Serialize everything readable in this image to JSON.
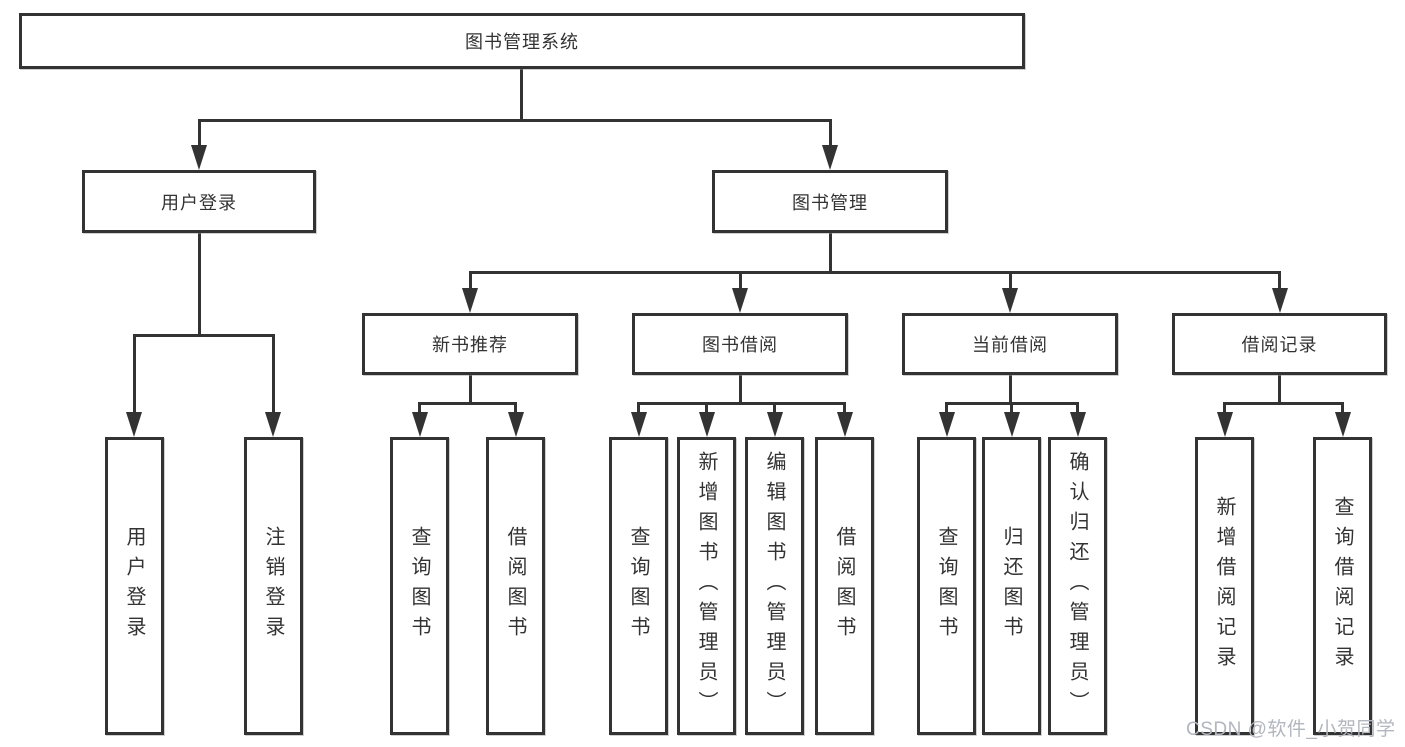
{
  "tree": {
    "root": {
      "label": "图书管理系统",
      "children": [
        {
          "label": "用户登录",
          "children": [
            {
              "label": "用户登录"
            },
            {
              "label": "注销登录"
            }
          ]
        },
        {
          "label": "图书管理",
          "children": [
            {
              "label": "新书推荐",
              "children": [
                {
                  "label": "查询图书"
                },
                {
                  "label": "借阅图书"
                }
              ]
            },
            {
              "label": "图书借阅",
              "children": [
                {
                  "label": "查询图书"
                },
                {
                  "label": "新增图书（管理员）"
                },
                {
                  "label": "编辑图书（管理员）"
                },
                {
                  "label": "借阅图书"
                }
              ]
            },
            {
              "label": "当前借阅",
              "children": [
                {
                  "label": "查询图书"
                },
                {
                  "label": "归还图书"
                },
                {
                  "label": "确认归还（管理员）"
                }
              ]
            },
            {
              "label": "借阅记录",
              "children": [
                {
                  "label": "新增借阅记录"
                },
                {
                  "label": "查询借阅记录"
                }
              ]
            }
          ]
        }
      ]
    }
  },
  "watermark": {
    "text": "CSDN @软件_小贺同学"
  },
  "colors": {
    "line": "#333333",
    "text": "#333333",
    "background": "#ffffff",
    "watermark": "#b2b6bf"
  }
}
